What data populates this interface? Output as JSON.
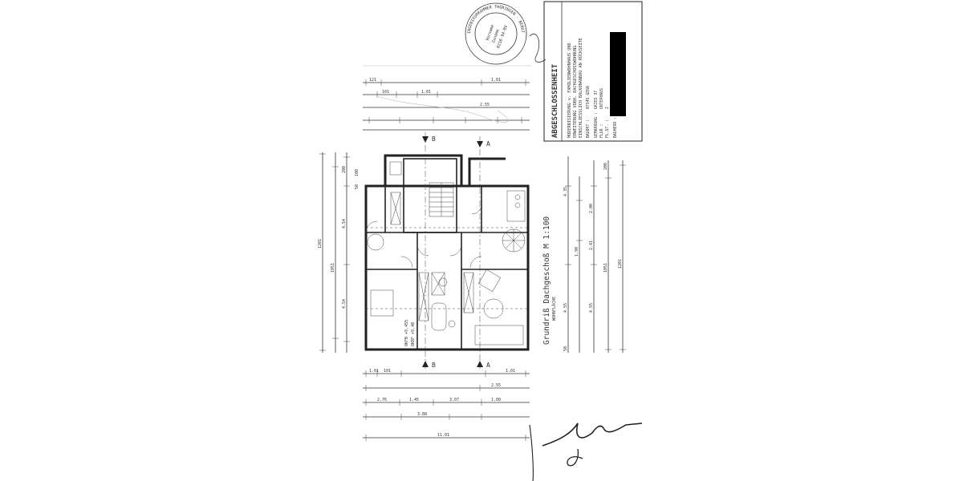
{
  "title_block": {
    "heading": "ABGESCHLOSSENHEIT",
    "project_line_1": "MODERNISIERUNG v. FAMILIENWOHNHAUS UND",
    "project_line_2": "ERWEITERUNG VORH. DACHGESCHOSSWOHNUNG",
    "project_line_3": "EINSCHLIESSLICH BALKONANBAU AN RÜCKSEITE",
    "bauort_label": "BAUORT :",
    "bauort_value": "07545 GERA",
    "gemarkung_label": "GEMARKUNG :",
    "gemarkung_value": "GRIES 37",
    "flur_label": "FLUR :",
    "flur_value": "UNTERHAUS",
    "flst_label": "FL.ST. :",
    "flst_value": "2",
    "bauherr_label": "BAUHERR :"
  },
  "plan_title": {
    "main": "Grundriß Dachgeschoß M 1:100",
    "sub": "WOHNFLÄCHE"
  },
  "stamp": {
    "ring_text": "INGENIEURKAMMER THÜRINGEN · BERATENDE INGENIEURE",
    "center_line_1": "Vorname",
    "center_line_2": "Zuname",
    "center_line_3": "0218-94-BV"
  },
  "level_marks": {
    "okfb": "OKFB +9.455",
    "okrf": "OKRF +9.40"
  },
  "section_marks": {
    "b": "B",
    "a": "A"
  },
  "dims_left": {
    "d1": "1201",
    "d2": "1051",
    "d3": "200",
    "d4": "4.54",
    "d5": "4.54",
    "d6": "50",
    "d7": "100"
  },
  "dims_right": {
    "d1": "1201",
    "d2": "1051",
    "d3": "200",
    "d4": "4.55",
    "d5": "4.55",
    "d6": "50",
    "d7": "2.00",
    "d8": "1.90",
    "d9": "2.41",
    "d10": "4.35"
  },
  "dims_top": {
    "d1": "121",
    "d2": "1.01",
    "d3": "101",
    "d4": "1.01",
    "d5": "2.55"
  },
  "dims_bottom": {
    "d1": "1.01",
    "d2": "101",
    "d3": "2.55",
    "d4": "1.01",
    "d5": "2.76",
    "d6": "1.45",
    "d7": "3.07",
    "d8": "1.00",
    "d9": "3.88",
    "d10": "11.01"
  },
  "signature": {
    "glyphs": "signature"
  },
  "bauherr_redacted": true
}
